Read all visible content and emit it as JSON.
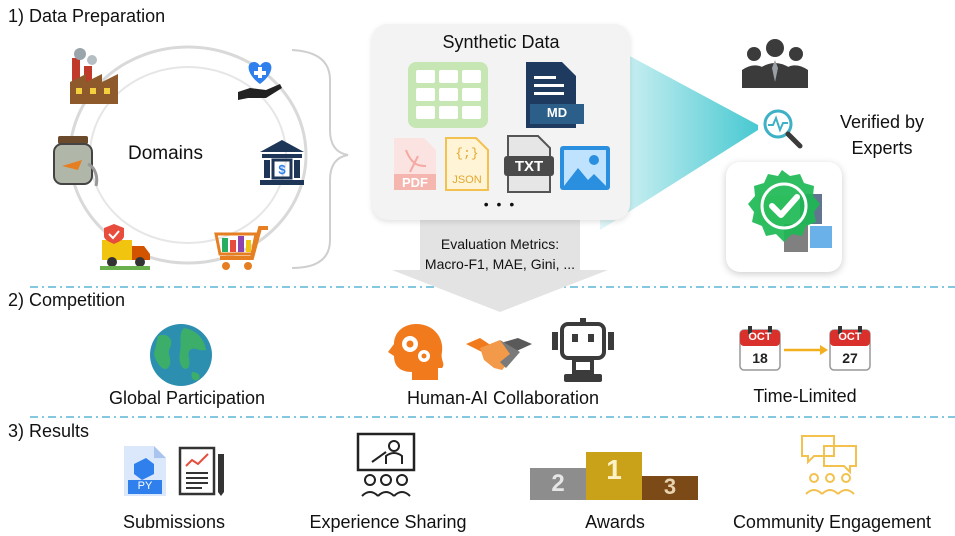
{
  "sections": {
    "prep": "1) Data Preparation",
    "competition": "2) Competition",
    "results": "3) Results"
  },
  "domains_label": "Domains",
  "synthetic": {
    "title": "Synthetic Data",
    "md": "MD",
    "pdf": "PDF",
    "json_top": "{;}",
    "json": "JSON",
    "txt": "TXT",
    "ellipsis": "• • •"
  },
  "metrics": {
    "line1": "Evaluation Metrics:",
    "line2": "Macro-F1, MAE, Gini, ..."
  },
  "verified": {
    "line1": "Verified by",
    "line2": "Experts"
  },
  "competition": {
    "global": "Global Participation",
    "collab": "Human-AI Collaboration",
    "time": "Time-Limited",
    "cal1_month": "OCT",
    "cal1_day": "18",
    "cal2_month": "OCT",
    "cal2_day": "27"
  },
  "results": {
    "submissions": "Submissions",
    "py": "PY",
    "sharing": "Experience Sharing",
    "awards": "Awards",
    "podium": [
      "2",
      "1",
      "3"
    ],
    "community": "Community Engagement"
  },
  "colors": {
    "teal": "#3fc6cf",
    "green_badge": "#1db954",
    "divider": "#5bb6d6",
    "calendar_red": "#d9302c",
    "orange": "#f07a1c",
    "gold": "#c9a21a"
  }
}
